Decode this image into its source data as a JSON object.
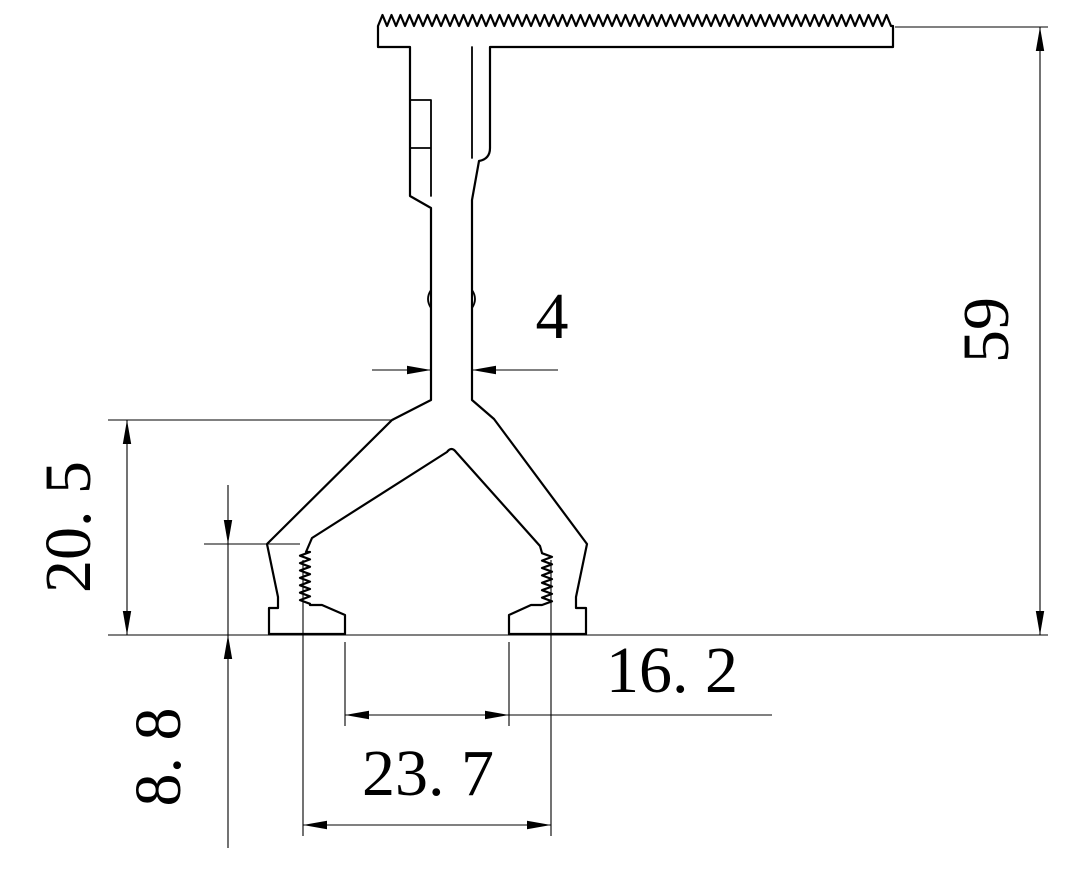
{
  "drawing": {
    "type": "technical-dimension-drawing",
    "subject": "extrusion profile cross-section",
    "line_color": "#000000",
    "background_color": "#ffffff",
    "dimensions": {
      "stem_width": {
        "value": "4",
        "orientation": "horizontal"
      },
      "overall_height": {
        "value": "59",
        "orientation": "vertical"
      },
      "leg_section_height": {
        "value": "20. 5",
        "orientation": "vertical"
      },
      "grip_section_height": {
        "value": "8. 8",
        "orientation": "vertical"
      },
      "inner_width": {
        "value": "16. 2",
        "orientation": "horizontal"
      },
      "outer_width": {
        "value": "23. 7",
        "orientation": "horizontal"
      }
    }
  }
}
